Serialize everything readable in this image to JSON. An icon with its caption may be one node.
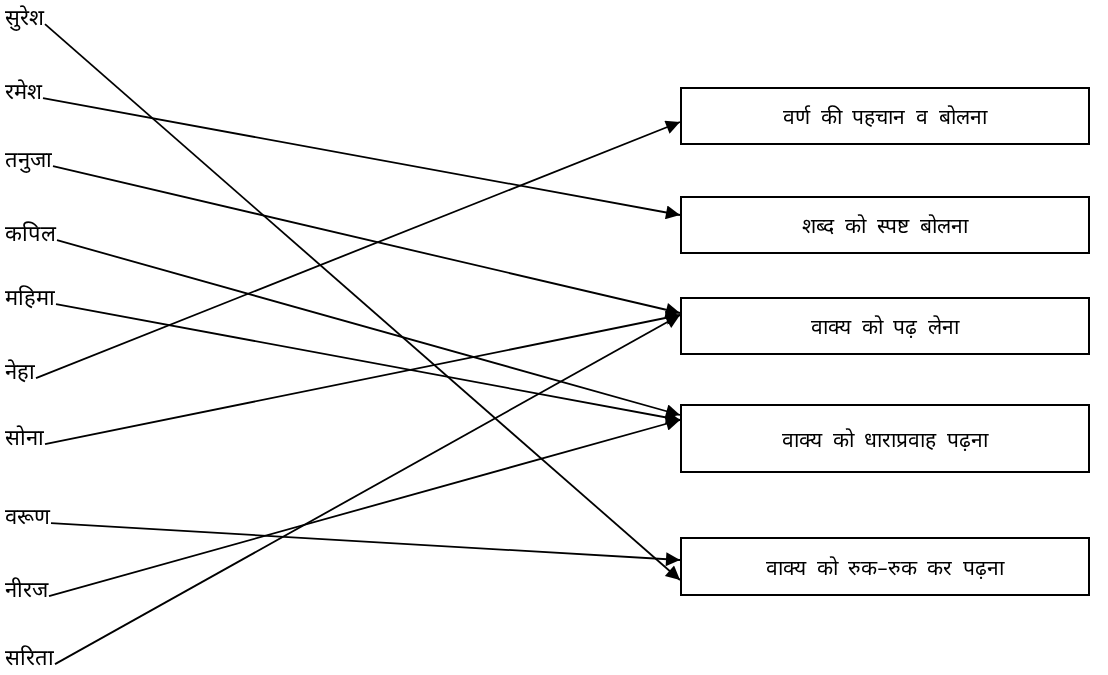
{
  "diagram": {
    "nodes": [
      {
        "text": [
          "सुरेश"
        ]
      },
      {
        "text": [
          "रमेश"
        ]
      },
      {
        "text": [
          "तनुजा"
        ]
      },
      {
        "text": [
          "कपिल"
        ]
      },
      {
        "text": [
          "महिमा"
        ]
      },
      {
        "text": [
          "नेहा"
        ]
      },
      {
        "text": [
          "सोना"
        ]
      },
      {
        "text": [
          "वरूण"
        ]
      },
      {
        "text": [
          "नीरज"
        ]
      },
      {
        "text": [
          "सरिता"
        ]
      },
      {
        "text": [
          "वर्ण की पहचान व बोलना"
        ]
      },
      {
        "text": [
          "शब्द को स्पष्ट बोलना"
        ]
      },
      {
        "text": [
          "वाक्य को पढ़ लेना"
        ]
      },
      {
        "text": [
          "वाक्य को धाराप्रवाह पढ़ना"
        ]
      },
      {
        "text": [
          "वाक्य को रुक–रुक कर पढ़ना"
        ]
      }
    ],
    "edges": [
      {
        "from": 0,
        "to": 14,
        "arrow": "to"
      },
      {
        "from": 1,
        "to": 11,
        "arrow": "to"
      },
      {
        "from": 2,
        "to": 12,
        "arrow": "to"
      },
      {
        "from": 3,
        "to": 13,
        "arrow": "to"
      },
      {
        "from": 4,
        "to": 13,
        "arrow": "to"
      },
      {
        "from": 5,
        "to": 10,
        "arrow": "to"
      },
      {
        "from": 6,
        "to": 12,
        "arrow": "to"
      },
      {
        "from": 7,
        "to": 14,
        "arrow": "to"
      },
      {
        "from": 8,
        "to": 13,
        "arrow": "to"
      },
      {
        "from": 9,
        "to": 12,
        "arrow": "to"
      }
    ]
  }
}
